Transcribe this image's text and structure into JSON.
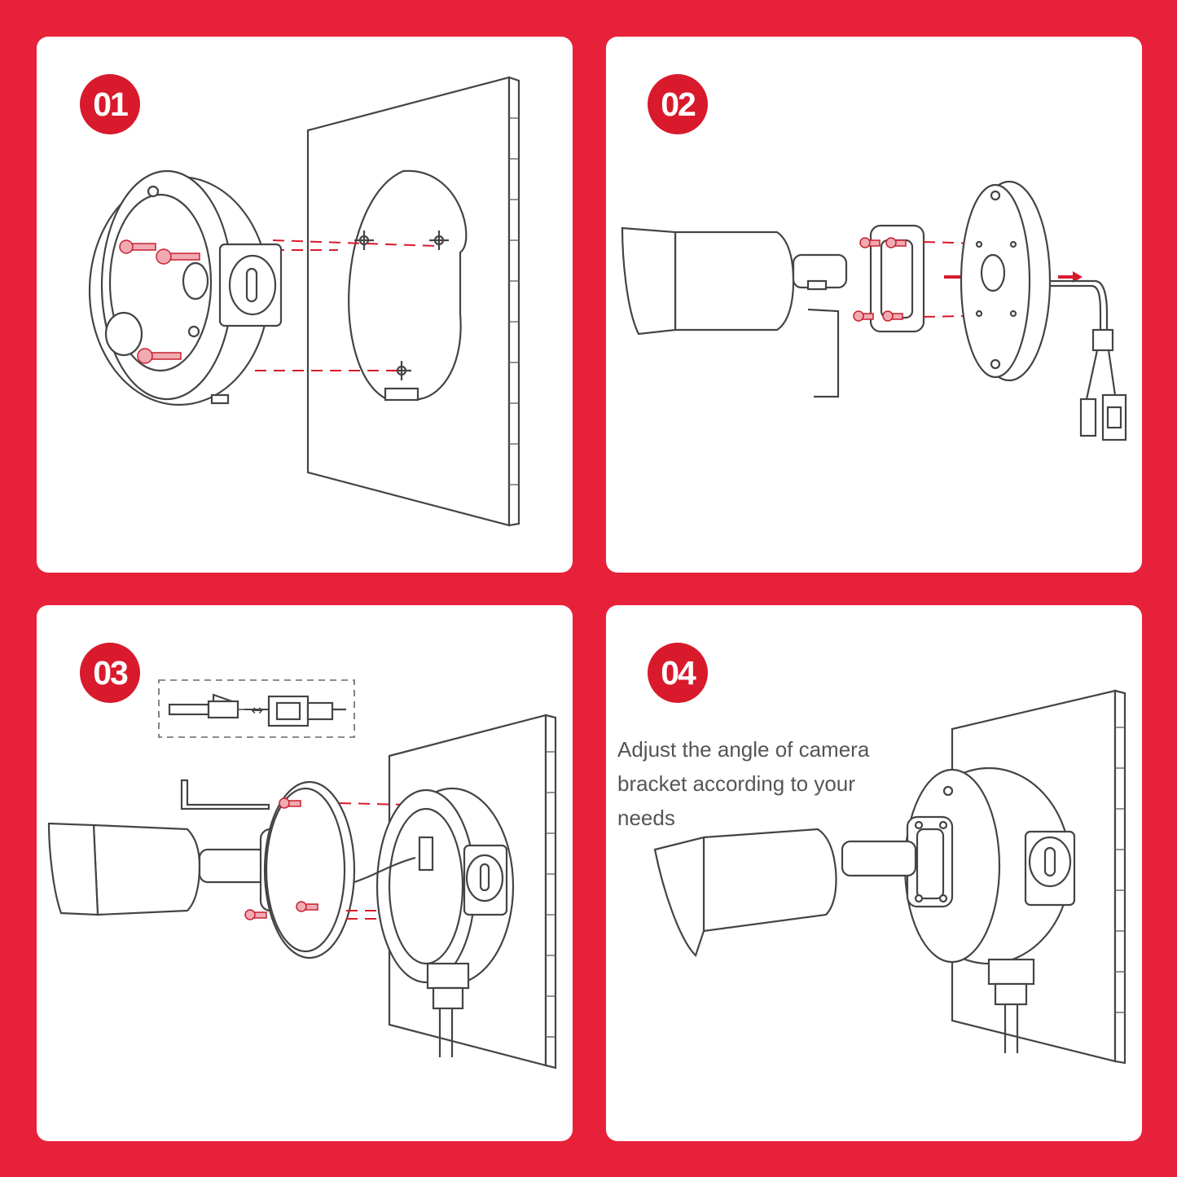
{
  "steps": [
    {
      "number": "01"
    },
    {
      "number": "02"
    },
    {
      "number": "03"
    },
    {
      "number": "04",
      "caption": "Adjust the angle of camera bracket according to your needs"
    }
  ],
  "colors": {
    "background": "#e8213a",
    "badge": "#d81a2c",
    "panel": "#ffffff",
    "line": "#444444"
  }
}
